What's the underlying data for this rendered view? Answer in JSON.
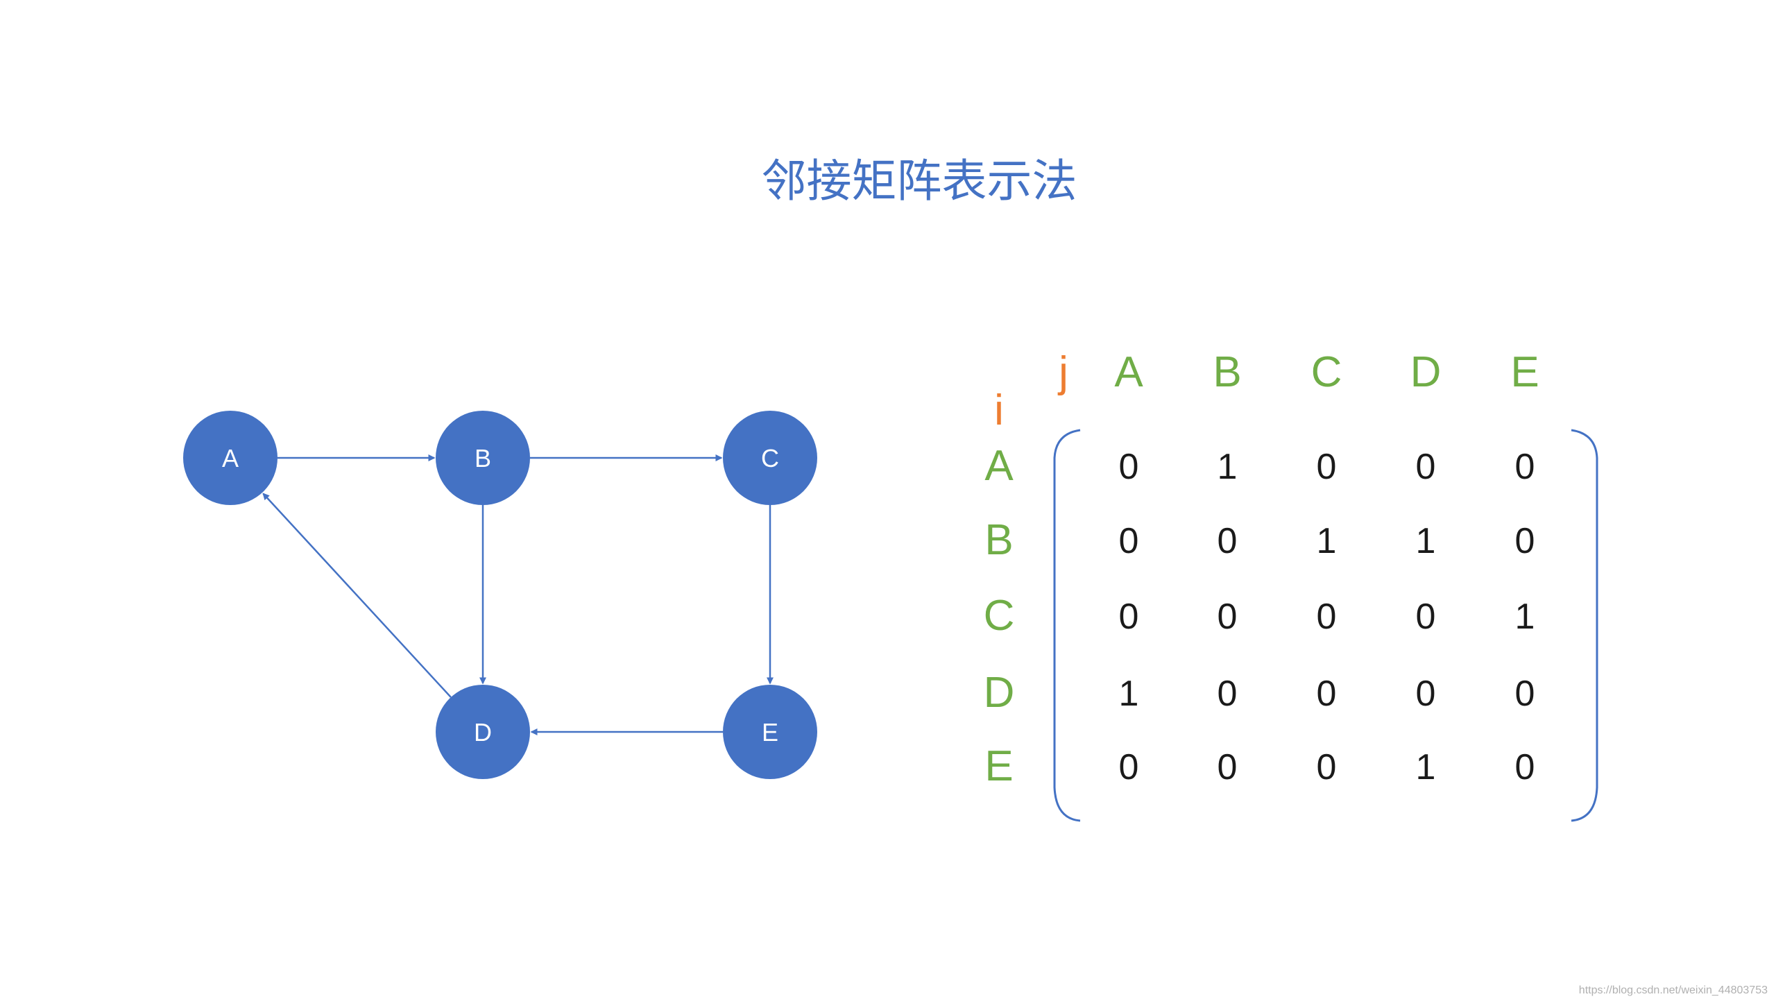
{
  "title": "邻接矩阵表示法",
  "colors": {
    "title": "#4472c4",
    "node_fill": "#4472c4",
    "node_text": "#ffffff",
    "edge": "#4472c4",
    "header": "#70ad47",
    "index": "#ed7d31",
    "cell": "#1a1a1a",
    "bracket": "#4472c4",
    "watermark": "#b0b0b0"
  },
  "graph": {
    "nodes": [
      {
        "id": "A",
        "label": "A"
      },
      {
        "id": "B",
        "label": "B"
      },
      {
        "id": "C",
        "label": "C"
      },
      {
        "id": "D",
        "label": "D"
      },
      {
        "id": "E",
        "label": "E"
      }
    ],
    "edges": [
      {
        "from": "A",
        "to": "B"
      },
      {
        "from": "B",
        "to": "C"
      },
      {
        "from": "B",
        "to": "D"
      },
      {
        "from": "C",
        "to": "E"
      },
      {
        "from": "E",
        "to": "D"
      },
      {
        "from": "D",
        "to": "A"
      }
    ]
  },
  "matrix": {
    "col_index_label": "j",
    "row_index_label": "i",
    "col_headers": [
      "A",
      "B",
      "C",
      "D",
      "E"
    ],
    "row_headers": [
      "A",
      "B",
      "C",
      "D",
      "E"
    ],
    "values": [
      [
        0,
        1,
        0,
        0,
        0
      ],
      [
        0,
        0,
        1,
        1,
        0
      ],
      [
        0,
        0,
        0,
        0,
        1
      ],
      [
        1,
        0,
        0,
        0,
        0
      ],
      [
        0,
        0,
        0,
        1,
        0
      ]
    ]
  },
  "watermark": "https://blog.csdn.net/weixin_44803753"
}
